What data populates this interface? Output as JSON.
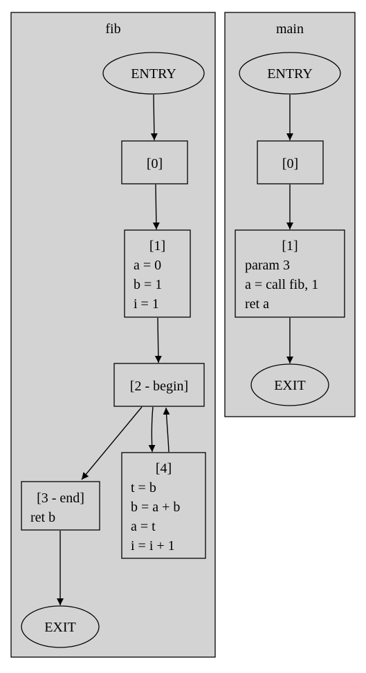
{
  "clusters": {
    "fib": {
      "title": "fib",
      "entry": "ENTRY",
      "exit": "EXIT",
      "blocks": {
        "b0": [
          "[0]"
        ],
        "b1": [
          "[1]",
          "a = 0",
          "b = 1",
          "i = 1"
        ],
        "b2": [
          "[2 - begin]"
        ],
        "b3": [
          "[3 - end]",
          "ret b"
        ],
        "b4": [
          "[4]",
          "t = b",
          "b = a + b",
          "a = t",
          "i = i + 1"
        ]
      }
    },
    "main": {
      "title": "main",
      "entry": "ENTRY",
      "exit": "EXIT",
      "blocks": {
        "b0": [
          "[0]"
        ],
        "b1": [
          "[1]",
          "param 3",
          "a = call fib, 1",
          "ret a"
        ]
      }
    }
  },
  "edges": [
    {
      "from": "fib.entry",
      "to": "fib.b0"
    },
    {
      "from": "fib.b0",
      "to": "fib.b1"
    },
    {
      "from": "fib.b1",
      "to": "fib.b2"
    },
    {
      "from": "fib.b2",
      "to": "fib.b3"
    },
    {
      "from": "fib.b2",
      "to": "fib.b4"
    },
    {
      "from": "fib.b4",
      "to": "fib.b2"
    },
    {
      "from": "fib.b3",
      "to": "fib.exit"
    },
    {
      "from": "main.entry",
      "to": "main.b0"
    },
    {
      "from": "main.b0",
      "to": "main.b1"
    },
    {
      "from": "main.b1",
      "to": "main.exit"
    }
  ]
}
